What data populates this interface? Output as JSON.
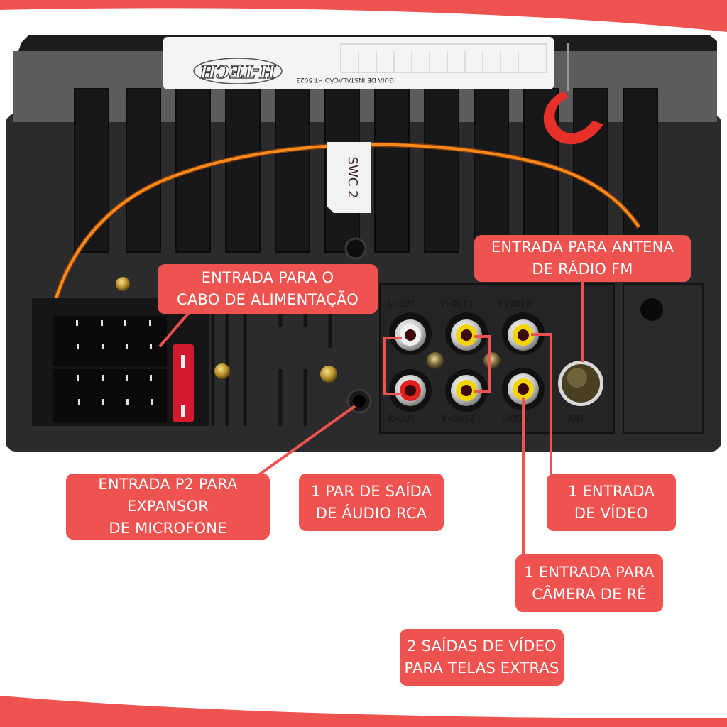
{
  "colors": {
    "accent_red": "#ef5350",
    "device_body": "#2b2b2d",
    "rca_yellow": "#f2d400",
    "rca_white": "#f0f0f0",
    "rca_red": "#e0201c",
    "wire_orange": "#ff8a1a"
  },
  "device": {
    "sticker_text": "GUIA DE INSTALAÇÃO HT-5023",
    "brand_logo_text": "H-TECH",
    "wire_tag": "SWC 2",
    "port_labels": {
      "l_out": "L-OUT",
      "v_out1": "V-OUT1",
      "cvbs_in": "CVBSIN",
      "r_out": "R-OUT",
      "v_out2": "V-OUT2",
      "cam_in": "CAMIN",
      "ant": "ANT"
    }
  },
  "callouts": {
    "power_cable": {
      "lines": [
        "ENTRADA PARA O",
        "CABO DE ALIMENTAÇÃO"
      ]
    },
    "fm_antenna": {
      "lines": [
        "ENTRADA PARA ANTENA",
        "DE RÁDIO FM"
      ]
    },
    "p2_mic": {
      "lines": [
        "ENTRADA P2 PARA",
        "EXPANSOR",
        "DE MICROFONE"
      ]
    },
    "audio_rca": {
      "lines": [
        "1 PAR DE SAÍDA",
        "DE ÁUDIO RCA"
      ]
    },
    "video_in": {
      "lines": [
        "1 ENTRADA",
        "DE VÍDEO"
      ]
    },
    "rear_camera": {
      "lines": [
        "1 ENTRADA PARA",
        "CÂMERA DE RÉ"
      ]
    },
    "video_out": {
      "lines": [
        "2 SAÍDAS DE VÍDEO",
        "PARA TELAS EXTRAS"
      ]
    }
  }
}
